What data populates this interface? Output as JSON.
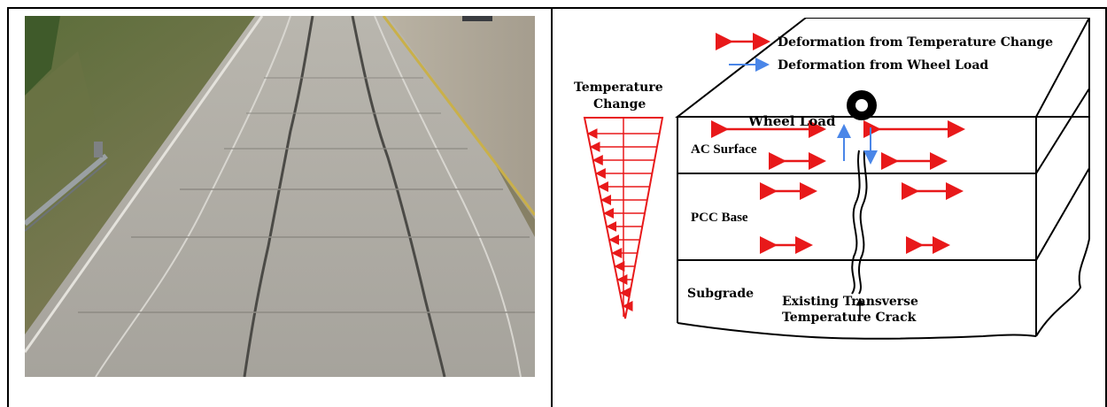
{
  "photo": {
    "subject": "Photograph of a multi-lane concrete highway with longitudinal and transverse cracks"
  },
  "diagram": {
    "legend": {
      "temperature": "Deformation from Temperature Change",
      "wheel": "Deformation from Wheel Load"
    },
    "temperature_change": {
      "line1": "Temperature",
      "line2": "Change"
    },
    "wheel_load": "Wheel Load",
    "layers": {
      "ac_surface": "AC Surface",
      "pcc_base": "PCC Base",
      "subgrade": "Subgrade"
    },
    "crack_label": {
      "line1": "Existing Transverse",
      "line2": "Temperature Crack"
    },
    "colors": {
      "temperature_arrow": "#e8191a",
      "wheel_arrow": "#4a86e8",
      "outline": "#000000"
    }
  }
}
